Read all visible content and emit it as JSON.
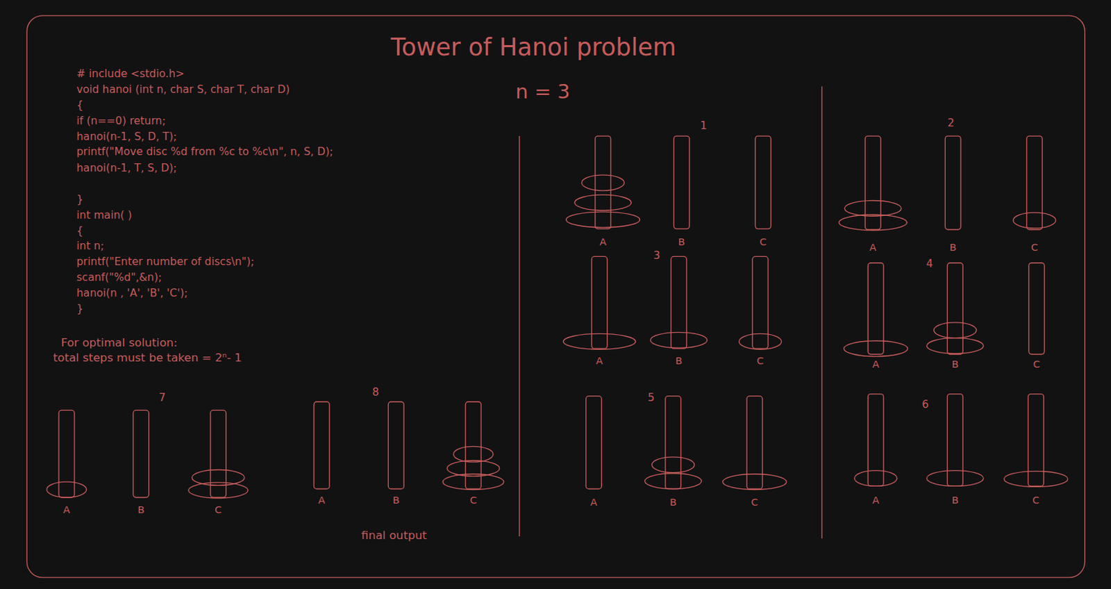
{
  "diagram": {
    "title": "Tower of Hanoi problem",
    "labels": [
      "# include <stdio.h>",
      "void hanoi (int n, char S, char T, char D)",
      "{",
      "if (n==0) return;",
      "hanoi(n-1, S, D, T);",
      "printf(\"Move disc %d from %c to %c\\n\", n, S, D);",
      "hanoi(n-1, T, S, D);",
      "}",
      "int main( )",
      "{",
      "int n;",
      "printf(\"Enter number of discs\\n\");",
      "scanf(\"%d\",&n);",
      "hanoi(n , 'A', 'B', 'C');",
      "}",
      "n = 3",
      "1",
      "A",
      "B",
      "C",
      "2",
      "A",
      "B",
      "C",
      "3",
      "A",
      "B",
      "C",
      "4",
      "A",
      "B",
      "C",
      "5",
      "A",
      "B",
      "C",
      "6",
      "A",
      "B",
      "C",
      "7",
      "A",
      "B",
      "C",
      "8",
      "A",
      "B",
      "C",
      "For optimal solution:",
      "total steps must be taken = 2ⁿ- 1",
      "final output"
    ]
  }
}
